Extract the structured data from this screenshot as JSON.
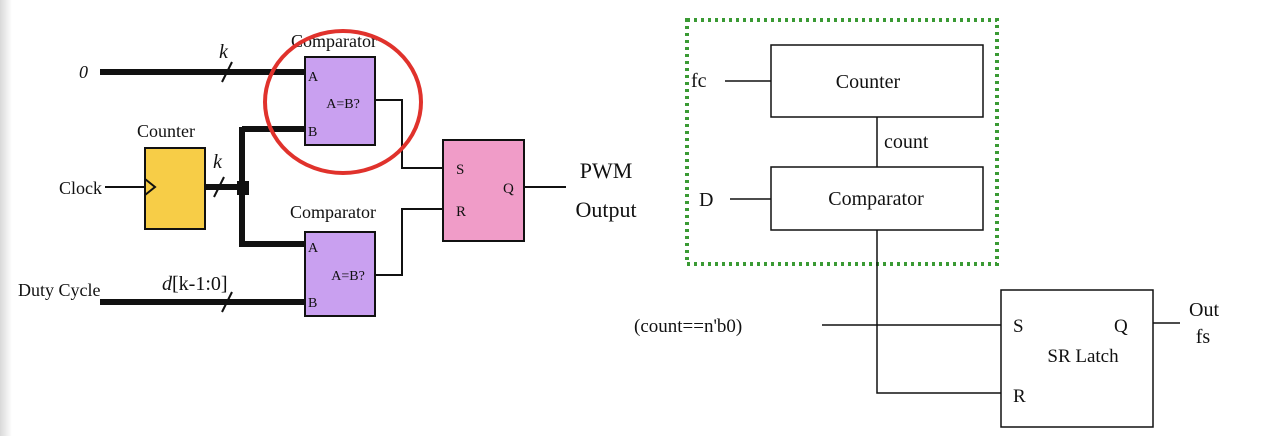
{
  "left_diagram": {
    "comparator_top": {
      "title": "Comparator",
      "port_a": "A",
      "port_b": "B",
      "function": "A=B?"
    },
    "comparator_bottom": {
      "title": "Comparator",
      "port_a": "A",
      "port_b": "B",
      "function": "A=B?"
    },
    "counter": {
      "title": "Counter"
    },
    "latch": {
      "port_s": "S",
      "port_r": "R",
      "port_q": "Q"
    },
    "input_zero": "0",
    "bus_width_top": "k",
    "bus_width_counter": "k",
    "clock_label": "Clock",
    "duty_label": "Duty Cycle",
    "duty_bus_prefix": "d",
    "duty_bus_range": "[k-1:0]",
    "output_line1": "PWM",
    "output_line2": "Output"
  },
  "right_diagram": {
    "counter_label": "Counter",
    "comparator_label": "Comparator",
    "fc_label": "fc",
    "d_label": "D",
    "count_label": "count",
    "condition_label": "(count==n'b0)",
    "latch": {
      "port_s": "S",
      "port_q": "Q",
      "port_r": "R",
      "name": "SR Latch"
    },
    "out_label1": "Out",
    "out_label2": "fs"
  },
  "colors": {
    "comparator_fill": "#c9a0f0",
    "counter_fill": "#f7cd47",
    "latch_fill": "#f09cc8",
    "highlight_circle": "#e0322c",
    "group_border": "#3a9a34",
    "wire": "#111111"
  }
}
